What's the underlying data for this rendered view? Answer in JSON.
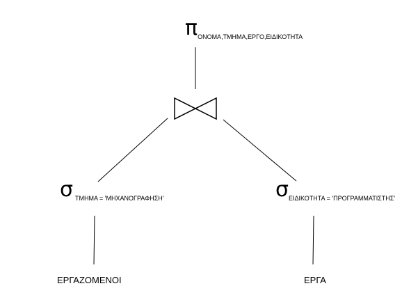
{
  "projection": {
    "symbol": "π",
    "attributes": "ΟΝΟΜΑ,ΤΜΗΜΑ,ΕΡΓΟ,ΕΙΔΙΚΟΤΗΤΑ"
  },
  "join": {
    "symbol": "bowtie-join-icon"
  },
  "left_selection": {
    "symbol": "σ",
    "condition": "ΤΜΗΜΑ = 'ΜΗΧΑΝΟΓΡΑΦΗΣΗ'"
  },
  "right_selection": {
    "symbol": "σ",
    "condition": "ΕΙΔΙΚΟΤΗΤΑ = 'ΠΡΟΓΡΑΜΜΑΤΙΣΤΗΣ'"
  },
  "left_relation": {
    "name": "ΕΡΓΑΖΟΜΕΝΟΙ"
  },
  "right_relation": {
    "name": "ΕΡΓΑ"
  },
  "colors": {
    "stroke": "#000000",
    "background": "#ffffff"
  }
}
